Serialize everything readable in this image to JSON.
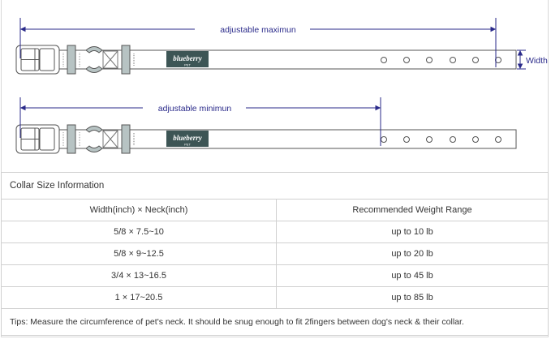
{
  "diagram": {
    "max_label": "adjustable maximun",
    "min_label": "adjustable minimun",
    "width_label": "Width",
    "brand_logo": "blueberry",
    "brand_sub": "PET",
    "arrow_color": "#2a2a8a",
    "logo_color": "#3d5555"
  },
  "table": {
    "title": "Collar Size Information",
    "headers": [
      "Width(inch)  ×  Neck(inch)",
      "Recommended Weight Range"
    ],
    "rows": [
      [
        "5/8 × 7.5~10",
        "up to 10 lb"
      ],
      [
        "5/8 × 9~12.5",
        "up to 20 lb"
      ],
      [
        "3/4 × 13~16.5",
        "up to 45 lb"
      ],
      [
        "1 × 17~20.5",
        "up to 85 lb"
      ]
    ],
    "tips": "Tips: Measure the circumference of pet's neck. It should be snug enough to fit 2fingers between dog's neck & their collar."
  }
}
